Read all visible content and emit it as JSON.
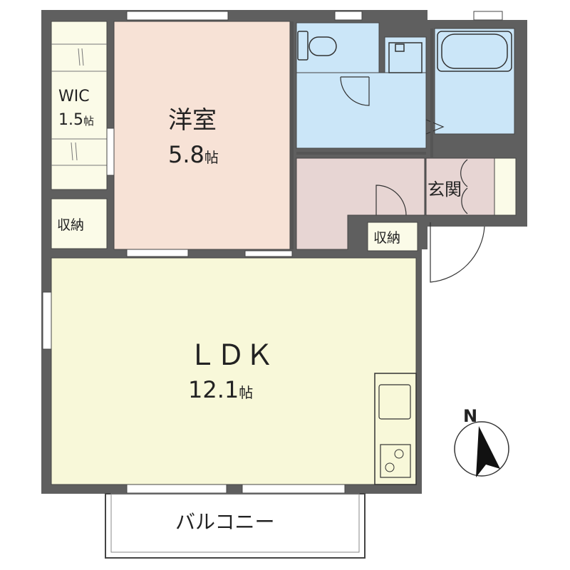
{
  "colors": {
    "wall": "#5f5f5f",
    "ldk": "#f8f8d9",
    "western_room": "#f7e2d6",
    "wet_area": "#cbe6f8",
    "hall": "#e7d5d3",
    "closet": "#fbfbe8",
    "outline": "#444444",
    "window": "#ffffff"
  },
  "rooms": {
    "wic": {
      "name": "WIC",
      "size_num": "1.5",
      "size_unit": "帖"
    },
    "western": {
      "name": "洋室",
      "size_num": "5.8",
      "size_unit": "帖"
    },
    "ldk": {
      "name": "ＬＤＫ",
      "size_num": "12.1",
      "size_unit": "帖"
    },
    "entrance": {
      "name": "玄関"
    },
    "storage_left": {
      "name": "収納"
    },
    "storage_hall": {
      "name": "収納"
    },
    "balcony": {
      "name": "バルコニー"
    }
  },
  "compass": {
    "label": "N"
  }
}
